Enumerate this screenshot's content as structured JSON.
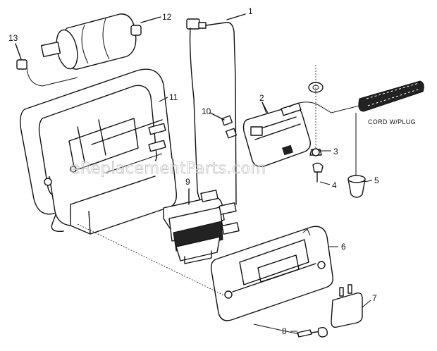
{
  "watermark": "eReplacementParts.com",
  "callouts": {
    "c1": "1",
    "c2": "2",
    "c3": "3",
    "c4": "4",
    "c5": "5",
    "c6": "6",
    "c7": "7",
    "c8": "8",
    "c9": "9",
    "c10": "10",
    "c11": "11",
    "c12": "12",
    "c13": "13",
    "cord": "CORD W/PLUG"
  }
}
